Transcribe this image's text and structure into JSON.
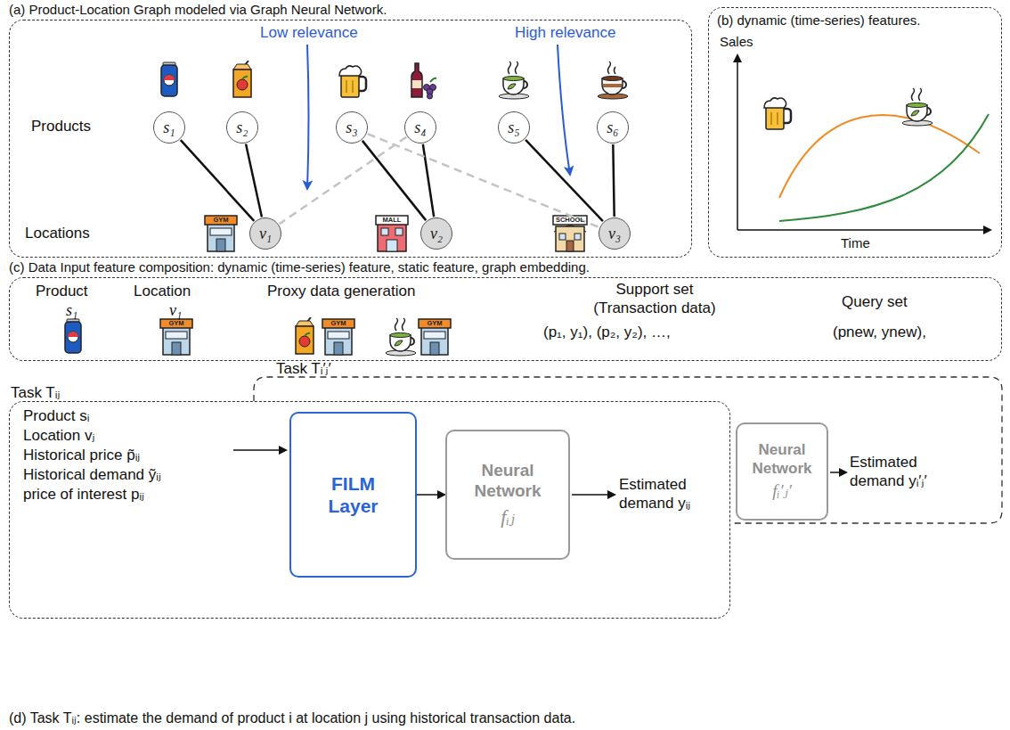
{
  "diagram": {
    "caption": "(d) Task Tᵢⱼ: estimate the demand of product i at location j using historical transaction data.",
    "nodes": [
      {
        "text": [
          "(a) Product-Location Graph modeled via Graph Neural Network."
        ]
      },
      {
        "text": [
          "s₁"
        ],
        "in": 0
      },
      {
        "text": [
          "s₂"
        ],
        "in": 0
      },
      {
        "text": [
          "s₃"
        ],
        "in": 0
      },
      {
        "text": [
          "s₄"
        ],
        "in": 0
      },
      {
        "text": [
          "s₅"
        ],
        "in": 0
      },
      {
        "text": [
          "s₆"
        ],
        "in": 0
      },
      {
        "text": [
          "v₁"
        ],
        "in": 0
      },
      {
        "text": [
          "v₂"
        ],
        "in": 0
      },
      {
        "text": [
          "v₃"
        ],
        "in": 0
      },
      {
        "text": [
          "(b) dynamic (time-series) features."
        ]
      },
      {
        "text": [
          "(c) Data Input feature composition: dynamic (time-series) feature, static feature, graph embedding."
        ]
      },
      {
        "text": [
          "Task Tᵢ′ⱼ′"
        ]
      },
      {
        "text": [
          "Task Tᵢⱼ"
        ]
      },
      {
        "text": [
          "FILM Layer"
        ],
        "in": 13
      },
      {
        "text": [
          "Neural Network",
          "fᵢⱼ"
        ],
        "in": 13
      },
      {
        "text": [
          "Neural Network",
          "fᵢ′ⱼ′"
        ],
        "in": 12
      }
    ],
    "edges": [
      {
        "from": 1,
        "to": 7,
        "arrow": "none"
      },
      {
        "from": 2,
        "to": 7,
        "arrow": "none"
      },
      {
        "from": 3,
        "to": 8,
        "arrow": "none"
      },
      {
        "from": 4,
        "to": 8,
        "arrow": "none"
      },
      {
        "from": 5,
        "to": 9,
        "arrow": "none"
      },
      {
        "from": 6,
        "to": 9,
        "arrow": "none"
      },
      {
        "from": 4,
        "to": 7,
        "arrow": "none"
      },
      {
        "from": 3,
        "to": 9,
        "arrow": "none"
      },
      {
        "from": 14,
        "to": 15,
        "arrow": "to"
      }
    ],
    "labels": [
      "Products",
      "Locations",
      "Low relevance",
      "High relevance",
      "GYM",
      "MALL",
      "SCHOOL",
      "Sales",
      "Time",
      "Product",
      "s₁",
      "Location",
      "v₁",
      "GYM",
      "Proxy data generation",
      "GYM",
      "GYM",
      "Support set (Transaction data)",
      "(p₁, y₁), (p₂, y₂), …,",
      "Query set",
      "(pnew, ynew),",
      "Product sᵢ",
      "Location vⱼ",
      "Historical price p̃ᵢⱼ",
      "Historical demand ỹᵢⱼ",
      "price of interest pᵢⱼ",
      "Estimated demand yᵢⱼ",
      "Estimated demand yᵢ′ⱼ′"
    ]
  }
}
